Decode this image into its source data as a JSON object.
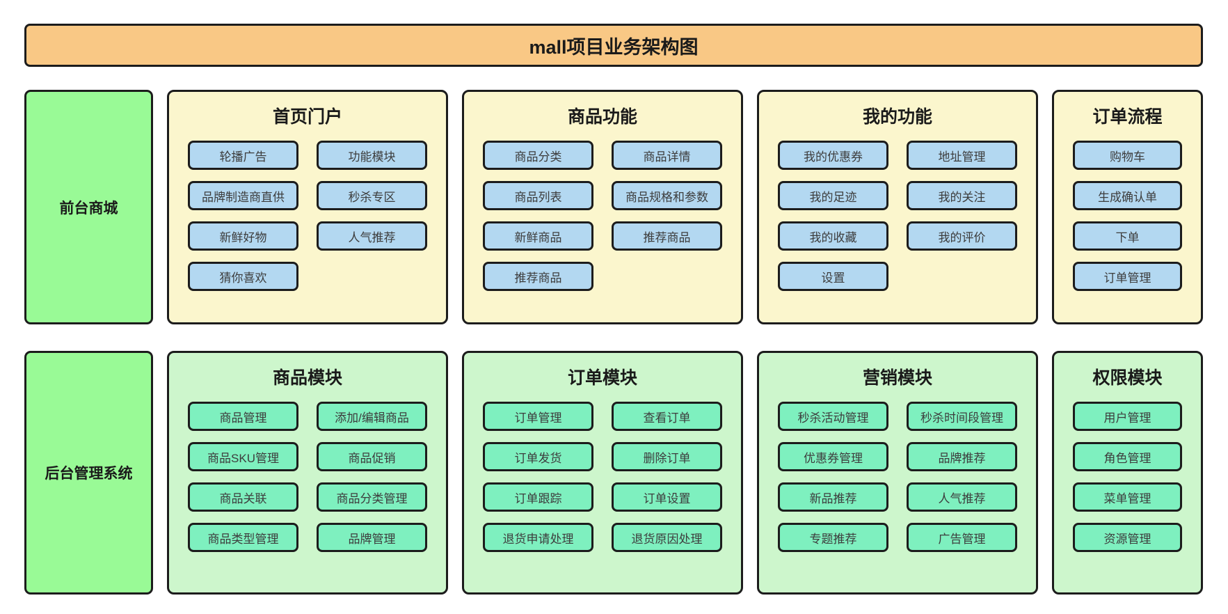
{
  "title": "mall项目业务架构图",
  "colors": {
    "banner_bg": "#F9C885",
    "side_label_bg": "#99FA96",
    "frontend_panel_bg": "#FBF6CD",
    "backend_panel_bg": "#CDF6CC",
    "frontend_node_bg": "#B3D8F1",
    "backend_node_bg": "#7EF0BF",
    "border": "#1C1C1C"
  },
  "rows": [
    {
      "label": "前台商城",
      "panels": [
        {
          "title": "首页门户",
          "buttons": [
            "轮播广告",
            "功能模块",
            "品牌制造商直供",
            "秒杀专区",
            "新鲜好物",
            "人气推荐",
            "猜你喜欢"
          ]
        },
        {
          "title": "商品功能",
          "buttons": [
            "商品分类",
            "商品详情",
            "商品列表",
            "商品规格和参数",
            "新鲜商品",
            "推荐商品",
            "推荐商品"
          ]
        },
        {
          "title": "我的功能",
          "buttons": [
            "我的优惠券",
            "地址管理",
            "我的足迹",
            "我的关注",
            "我的收藏",
            "我的评价",
            "设置"
          ]
        },
        {
          "title": "订单流程",
          "buttons": [
            "购物车",
            "生成确认单",
            "下单",
            "订单管理"
          ]
        }
      ]
    },
    {
      "label": "后台管理系统",
      "panels": [
        {
          "title": "商品模块",
          "buttons": [
            "商品管理",
            "添加/编辑商品",
            "商品SKU管理",
            "商品促销",
            "商品关联",
            "商品分类管理",
            "商品类型管理",
            "品牌管理"
          ]
        },
        {
          "title": "订单模块",
          "buttons": [
            "订单管理",
            "查看订单",
            "订单发货",
            "删除订单",
            "订单跟踪",
            "订单设置",
            "退货申请处理",
            "退货原因处理"
          ]
        },
        {
          "title": "营销模块",
          "buttons": [
            "秒杀活动管理",
            "秒杀时间段管理",
            "优惠券管理",
            "品牌推荐",
            "新品推荐",
            "人气推荐",
            "专题推荐",
            "广告管理"
          ]
        },
        {
          "title": "权限模块",
          "buttons": [
            "用户管理",
            "角色管理",
            "菜单管理",
            "资源管理"
          ]
        }
      ]
    }
  ]
}
